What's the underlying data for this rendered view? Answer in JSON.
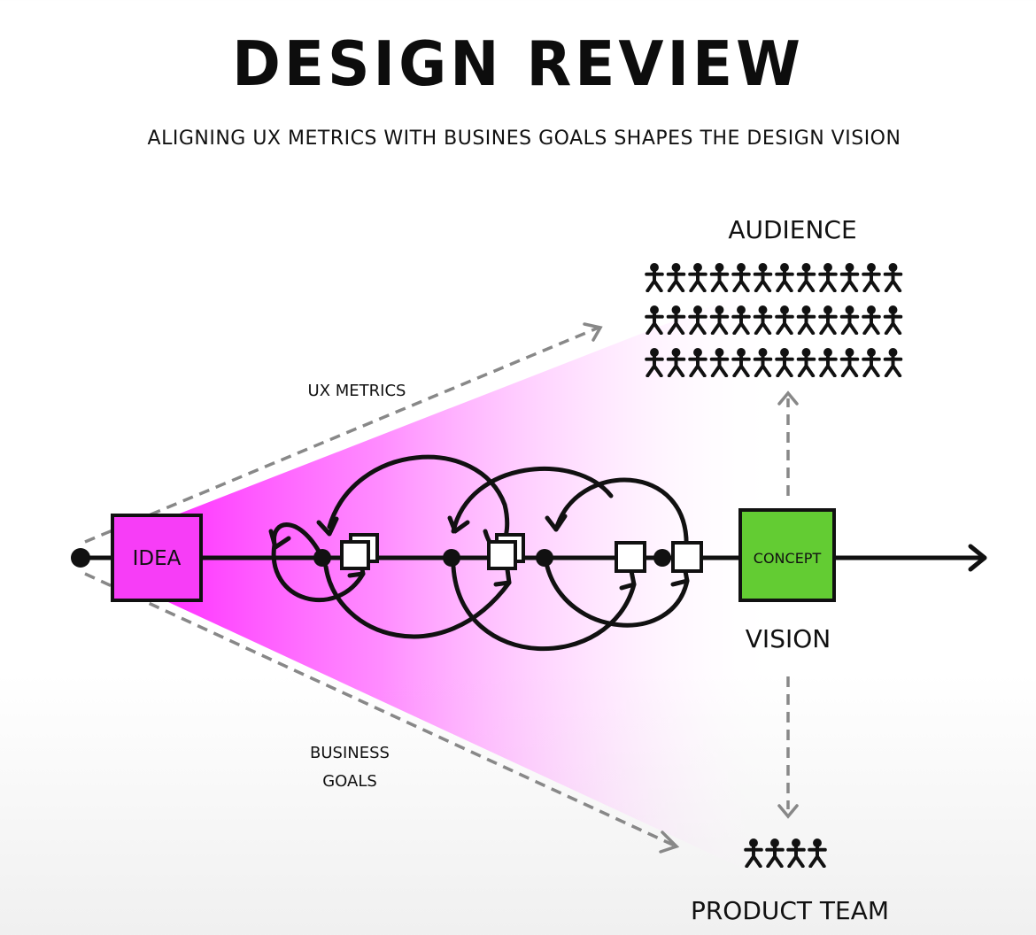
{
  "header": {
    "title": "DESIGN REVIEW",
    "subtitle": "ALIGNING UX METRICS WITH BUSINES GOALS SHAPES THE DESIGN VISION"
  },
  "labels": {
    "ux_metrics": "UX METRICS",
    "business_goals_line1": "BUSINESS",
    "business_goals_line2": "GOALS",
    "idea": "IDEA",
    "concept": "CONCEPT",
    "vision": "VISION",
    "audience": "AUDIENCE",
    "product_team": "PRODUCT TEAM"
  },
  "colors": {
    "idea_box": "#f73df7",
    "concept_box": "#63cc33",
    "funnel": "#ff33ff",
    "ink": "#111111",
    "dashed": "#888888"
  },
  "audience": {
    "rows": 3,
    "per_row": 12
  },
  "product_team": {
    "count": 4
  },
  "icons": {
    "person": "person-icon",
    "arrow": "arrow-head-icon"
  }
}
